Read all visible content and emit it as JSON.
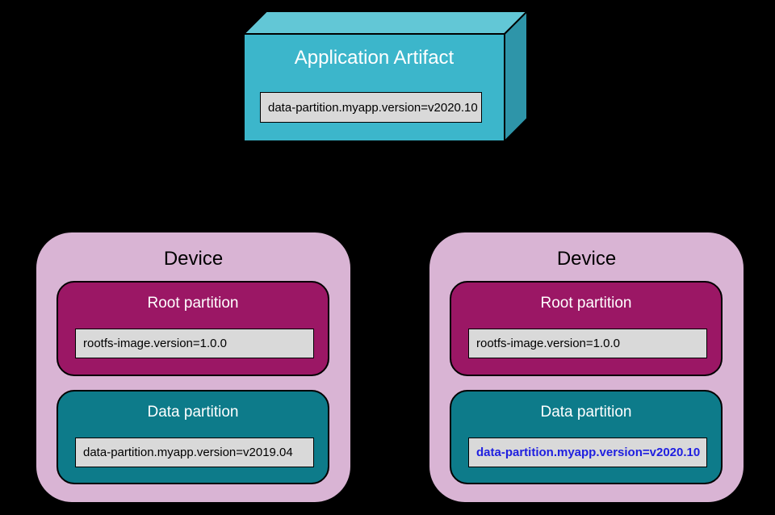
{
  "artifact": {
    "title": "Application Artifact",
    "version_label": "data-partition.myapp.version=v2020.10"
  },
  "devices": [
    {
      "title": "Device",
      "root_partition": {
        "title": "Root partition",
        "label": "rootfs-image.version=1.0.0",
        "highlight": false
      },
      "data_partition": {
        "title": "Data partition",
        "label": "data-partition.myapp.version=v2019.04",
        "highlight": false
      }
    },
    {
      "title": "Device",
      "root_partition": {
        "title": "Root partition",
        "label": "rootfs-image.version=1.0.0",
        "highlight": false
      },
      "data_partition": {
        "title": "Data partition",
        "label": "data-partition.myapp.version=v2020.10",
        "highlight": true
      }
    }
  ],
  "colors": {
    "background": "#000000",
    "artifact_front": "#3cb6cb",
    "artifact_top": "#62c7d6",
    "artifact_side": "#2e95a9",
    "device_pink": "#d9b4d4",
    "root_magenta": "#9b1765",
    "data_teal": "#0d7b8a",
    "label_gray": "#d9d9d9",
    "highlight_blue": "#1f1fe0",
    "outline": "#000000"
  }
}
